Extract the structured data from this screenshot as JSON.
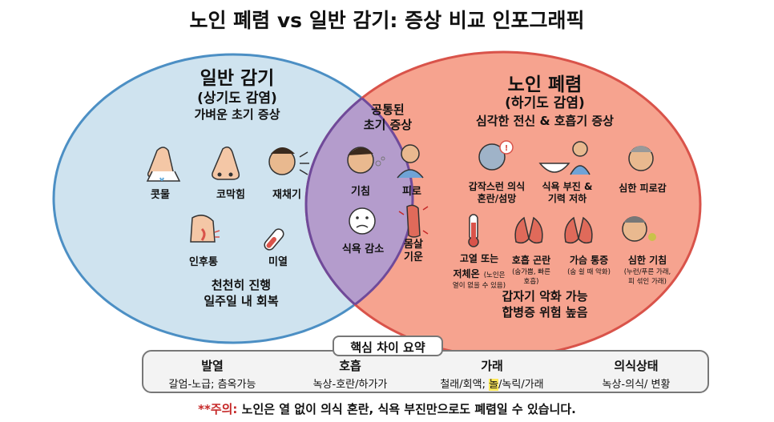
{
  "title": "노인 폐렴 vs 일반 감기: 증상 비교 인포그래픽",
  "cold": {
    "heading": "일반 감기",
    "subheading": "(상기도 감염)",
    "tagline": "가벼운 초기 증상",
    "symptoms": [
      "콧물",
      "코막힘",
      "재채기",
      "인후통",
      "미열"
    ],
    "footer_line1": "천천히 진행",
    "footer_line2": "일주일 내 회복"
  },
  "common": {
    "heading_line1": "공통된",
    "heading_line2": "초기 증상",
    "symptoms": [
      "기침",
      "피로",
      "식욕 감소",
      "몸살",
      "기운"
    ]
  },
  "pneumonia": {
    "heading": "노인 폐렴",
    "subheading": "(하기도 감염)",
    "tagline": "심각한 전신 & 호흡기 증상",
    "sym1_line1": "갑작스런 의식",
    "sym1_line2": "혼란/섬망",
    "sym2_line1": "식욕 부진 &",
    "sym2_line2": "기력 저하",
    "sym3": "심한 피로감",
    "sym4_line1": "고열 또는",
    "sym4_line2": "저체온",
    "sym4_note1": "(노인은",
    "sym4_note2": "열이 없을 수 있음)",
    "sym5": "호흡 곤란",
    "sym5_note1": "(숨가쁨, 빠른",
    "sym5_note2": "호흡)",
    "sym6": "가슴 통증",
    "sym6_note": "(숨 쉴 때 악화)",
    "sym7": "심한 기침",
    "sym7_note1": "(누런/푸른 가래,",
    "sym7_note2": "피 섞인 가래)",
    "footer_line1": "갑자기 악화 가능",
    "footer_line2": "합병증 위험 높음"
  },
  "summary": {
    "title": "핵심 차이 요약",
    "col1_head": "발열",
    "col1_val": "갈엄-노급; 츰옥가능",
    "col2_head": "호흡",
    "col2_val": "녹상-호란/하가가",
    "col3_head": "가래",
    "col3_val_a": "철래/회액; ",
    "col3_val_hl": "놀",
    "col3_val_b": "/녹릭/가래",
    "col4_head": "의식상태",
    "col4_val": "녹상-의식/ 변황"
  },
  "warning": {
    "prefix": "**주의:",
    "text": " 노인은 열 없이 의식 혼란, 식욕 부진만으로도 폐렴일 수 있습니다."
  },
  "colors": {
    "cold_fill": "#cfe3ef",
    "cold_stroke": "#4c8fc4",
    "pneumonia_fill": "#f6a38f",
    "pneumonia_stroke": "#d9534a",
    "overlap_fill": "#b49ccc",
    "overlap_stroke": "#6f4a9a",
    "warning_red": "#c62828",
    "highlight": "#ffe85a"
  }
}
